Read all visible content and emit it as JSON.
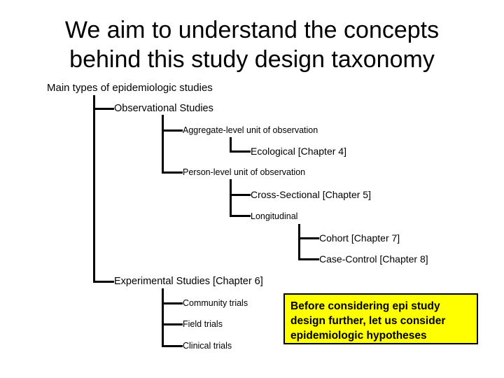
{
  "title": {
    "line1": "We aim to understand the concepts",
    "line2": "behind this study design taxonomy"
  },
  "tree": {
    "root": "Main types of epidemiologic studies",
    "observational": {
      "label": "Observational Studies",
      "aggregate": {
        "label": "Aggregate-level unit of observation",
        "ecological": "Ecological [Chapter 4]"
      },
      "person": {
        "label": "Person-level unit of observation",
        "cross_sectional": "Cross-Sectional [Chapter 5]",
        "longitudinal": {
          "label": "Longitudinal",
          "cohort": "Cohort [Chapter 7]",
          "case_control": "Case-Control [Chapter 8]"
        }
      }
    },
    "experimental": {
      "label": "Experimental Studies [Chapter 6]",
      "community": "Community trials",
      "field": "Field trials",
      "clinical": "Clinical trials"
    }
  },
  "callout": "Before considering epi study design further, let us consider epidemiologic hypotheses"
}
